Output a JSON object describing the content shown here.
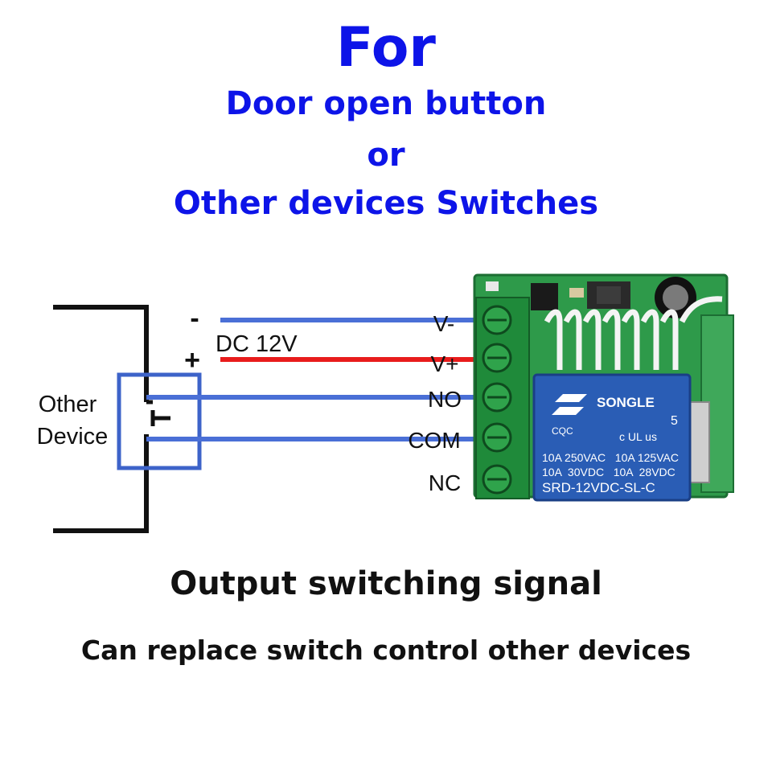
{
  "colors": {
    "heading": "#0d14e8",
    "footer": "#111111",
    "wire_blue": "#4a6fd6",
    "wire_red": "#e81c1c",
    "device_box": "#3d63c9",
    "terminal_green": "#1f8a3a",
    "pcb_green": "#2e9a4a",
    "relay_blue": "#2a5db5"
  },
  "header": {
    "line0": "For",
    "line1": "Door open button",
    "line2": "or",
    "line3": "Other devices Switches"
  },
  "power": {
    "minus": "-",
    "plus": "+",
    "label": "DC 12V"
  },
  "device": {
    "line1": "Other",
    "line2": "Device"
  },
  "terminals": [
    {
      "label": "V-"
    },
    {
      "label": "V+"
    },
    {
      "label": "NO"
    },
    {
      "label": "COM"
    },
    {
      "label": "NC"
    }
  ],
  "relay": {
    "brand": "SONGLE",
    "rating1": "10A 250VAC   10A 125VAC",
    "rating2": "10A  30VDC   10A  28VDC",
    "model": "SRD-12VDC-SL-C",
    "cqc": "CQC",
    "ul": "c UL us",
    "number": "5"
  },
  "footer": {
    "line1": "Output switching signal",
    "line2": "Can replace switch control other devices"
  }
}
